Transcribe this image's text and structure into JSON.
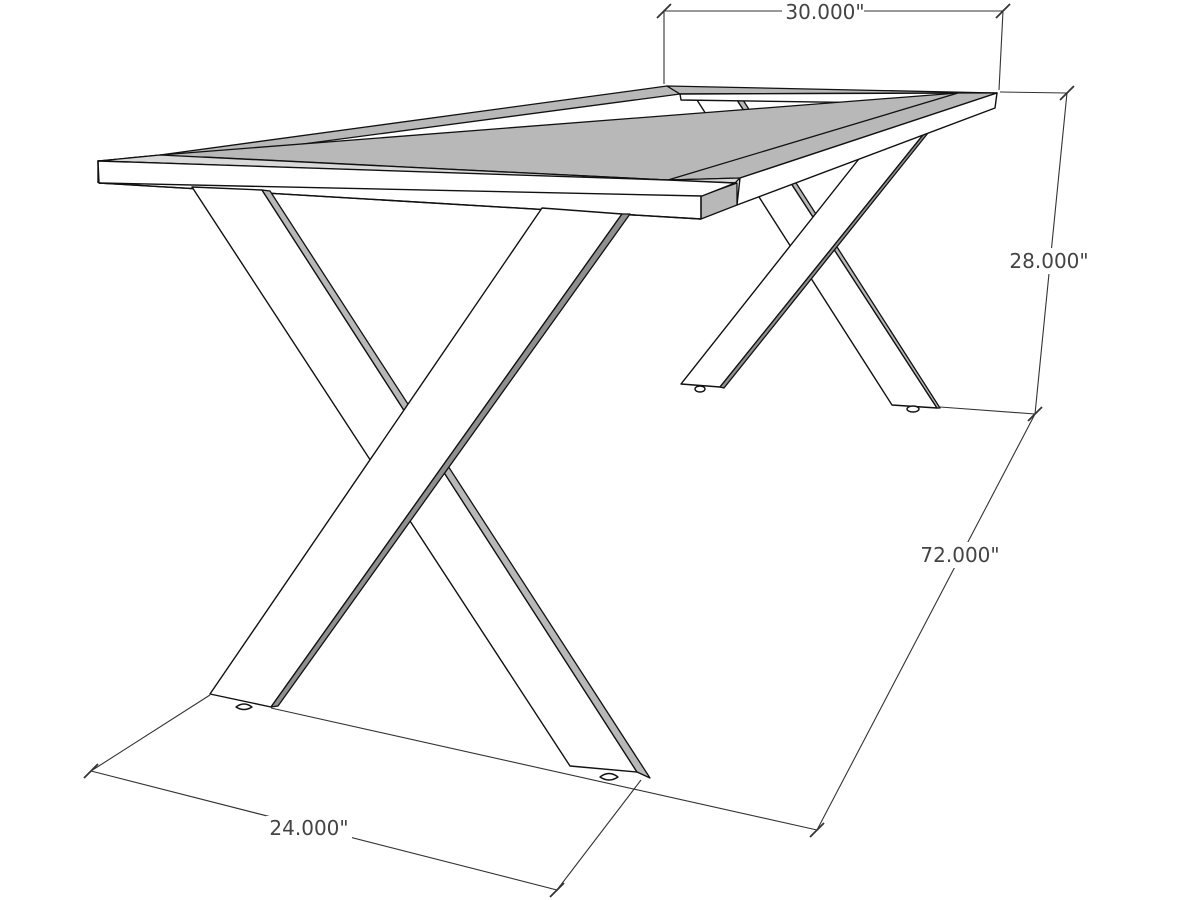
{
  "dimensions": {
    "top_width": "30.000\"",
    "height": "28.000\"",
    "length": "72.000\"",
    "leg_depth": "24.000\""
  }
}
